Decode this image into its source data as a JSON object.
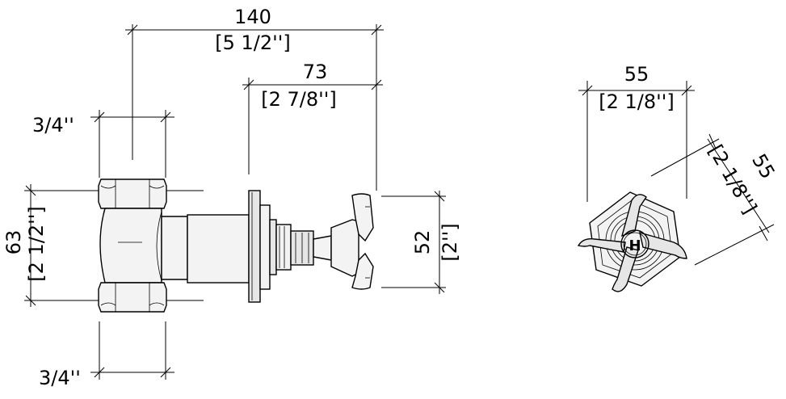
{
  "dimensions": {
    "overall_length": {
      "mm": "140",
      "inch": "[5 1/2'']"
    },
    "handle_projection": {
      "mm": "73",
      "inch": "[2 7/8'']"
    },
    "top_thread": {
      "label": "3/4''"
    },
    "bottom_thread": {
      "label": "3/4''"
    },
    "body_height": {
      "mm": "63",
      "inch": "[2 1/2'']"
    },
    "handle_height": {
      "mm": "52",
      "inch": "[2'']"
    },
    "front_width": {
      "mm": "55",
      "inch": "[2 1/8'']"
    },
    "front_diagonal": {
      "mm": "55",
      "inch": "[2 1/8'']"
    }
  },
  "handle_cap": {
    "letter": "H"
  }
}
